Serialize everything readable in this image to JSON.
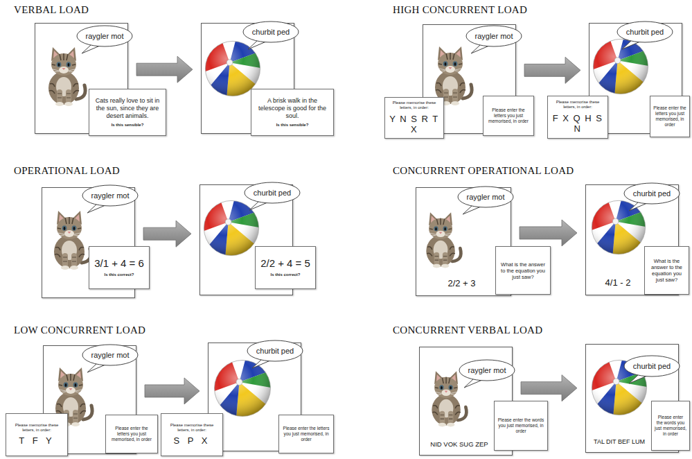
{
  "diagram": {
    "nodes": [
      {
        "text": []
      },
      {
        "text": [
          "raygler mot"
        ],
        "in": 0
      },
      {
        "text": [
          "Cats really love to sit in the sun, since they are desert animals.",
          "Is this sensible?"
        ]
      },
      {
        "text": []
      },
      {
        "text": [
          "churbit ped"
        ],
        "in": 3
      },
      {
        "text": [
          "A brisk walk in the telescope is good for the soul.",
          "Is this sensible?"
        ]
      },
      {
        "text": []
      },
      {
        "text": [
          "raygler mot"
        ],
        "in": 6
      },
      {
        "text": [
          "3/1 + 4 = 6",
          "Is this correct?"
        ]
      },
      {
        "text": []
      },
      {
        "text": [
          "churbit ped"
        ],
        "in": 9
      },
      {
        "text": [
          "2/2 + 4 = 5",
          "Is this correct?"
        ]
      },
      {
        "text": [
          "Please memorise these letters, in order:",
          "T F Y"
        ]
      },
      {
        "text": []
      },
      {
        "text": [
          "raygler mot"
        ],
        "in": 13
      },
      {
        "text": [
          "Please enter the letters you just memorised, in order"
        ]
      },
      {
        "text": [
          "Please memorise these letters, in order:",
          "S P X"
        ]
      },
      {
        "text": []
      },
      {
        "text": [
          "churbit ped"
        ],
        "in": 17
      },
      {
        "text": [
          "Please enter the letters you just memorised, in order"
        ]
      },
      {
        "text": [
          "Please memorise these letters, in order:",
          "Y N S R T X"
        ]
      },
      {
        "text": []
      },
      {
        "text": [
          "raygler mot"
        ],
        "in": 21
      },
      {
        "text": [
          "Please enter the letters you just memorised, in order"
        ]
      },
      {
        "text": [
          "Please memorise these letters, in order:",
          "F X Q H S N"
        ]
      },
      {
        "text": []
      },
      {
        "text": [
          "churbit ped"
        ],
        "in": 25
      },
      {
        "text": [
          "Please enter the letters you just memorised, in order"
        ]
      },
      {
        "text": [
          "2/2 + 3"
        ]
      },
      {
        "text": [
          "raygler mot"
        ],
        "in": 28
      },
      {
        "text": [
          "What is the answer to the equation you just saw?"
        ]
      },
      {
        "text": [
          "4/1 - 2"
        ]
      },
      {
        "text": [
          "churbit ped"
        ],
        "in": 31
      },
      {
        "text": [
          "What is the answer to the equation you just saw?"
        ]
      },
      {
        "text": [
          "NID VOK SUG ZEP"
        ]
      },
      {
        "text": [
          "raygler mot"
        ],
        "in": 34
      },
      {
        "text": [
          "Please enter the words you just memorised, in order"
        ]
      },
      {
        "text": [
          "TAL DIT BEF LUM"
        ]
      },
      {
        "text": [
          "churbit ped"
        ],
        "in": 37
      },
      {
        "text": [
          "Please enter the words you just memorised, in order"
        ]
      }
    ],
    "edges": [
      {
        "from": 0,
        "to": 3,
        "arrow": "to"
      },
      {
        "from": 6,
        "to": 9,
        "arrow": "to"
      },
      {
        "from": 13,
        "to": 17,
        "arrow": "to"
      },
      {
        "from": 21,
        "to": 25,
        "arrow": "to"
      },
      {
        "from": 28,
        "to": 31,
        "arrow": "to"
      },
      {
        "from": 34,
        "to": 37,
        "arrow": "to"
      }
    ],
    "labels": [
      "VERBAL LOAD",
      "HIGH CONCURRENT LOAD",
      "OPERATIONAL LOAD",
      "CONCURRENT OPERATIONAL LOAD",
      "LOW CONCURRENT LOAD",
      "CONCURRENT VERBAL LOAD"
    ]
  }
}
